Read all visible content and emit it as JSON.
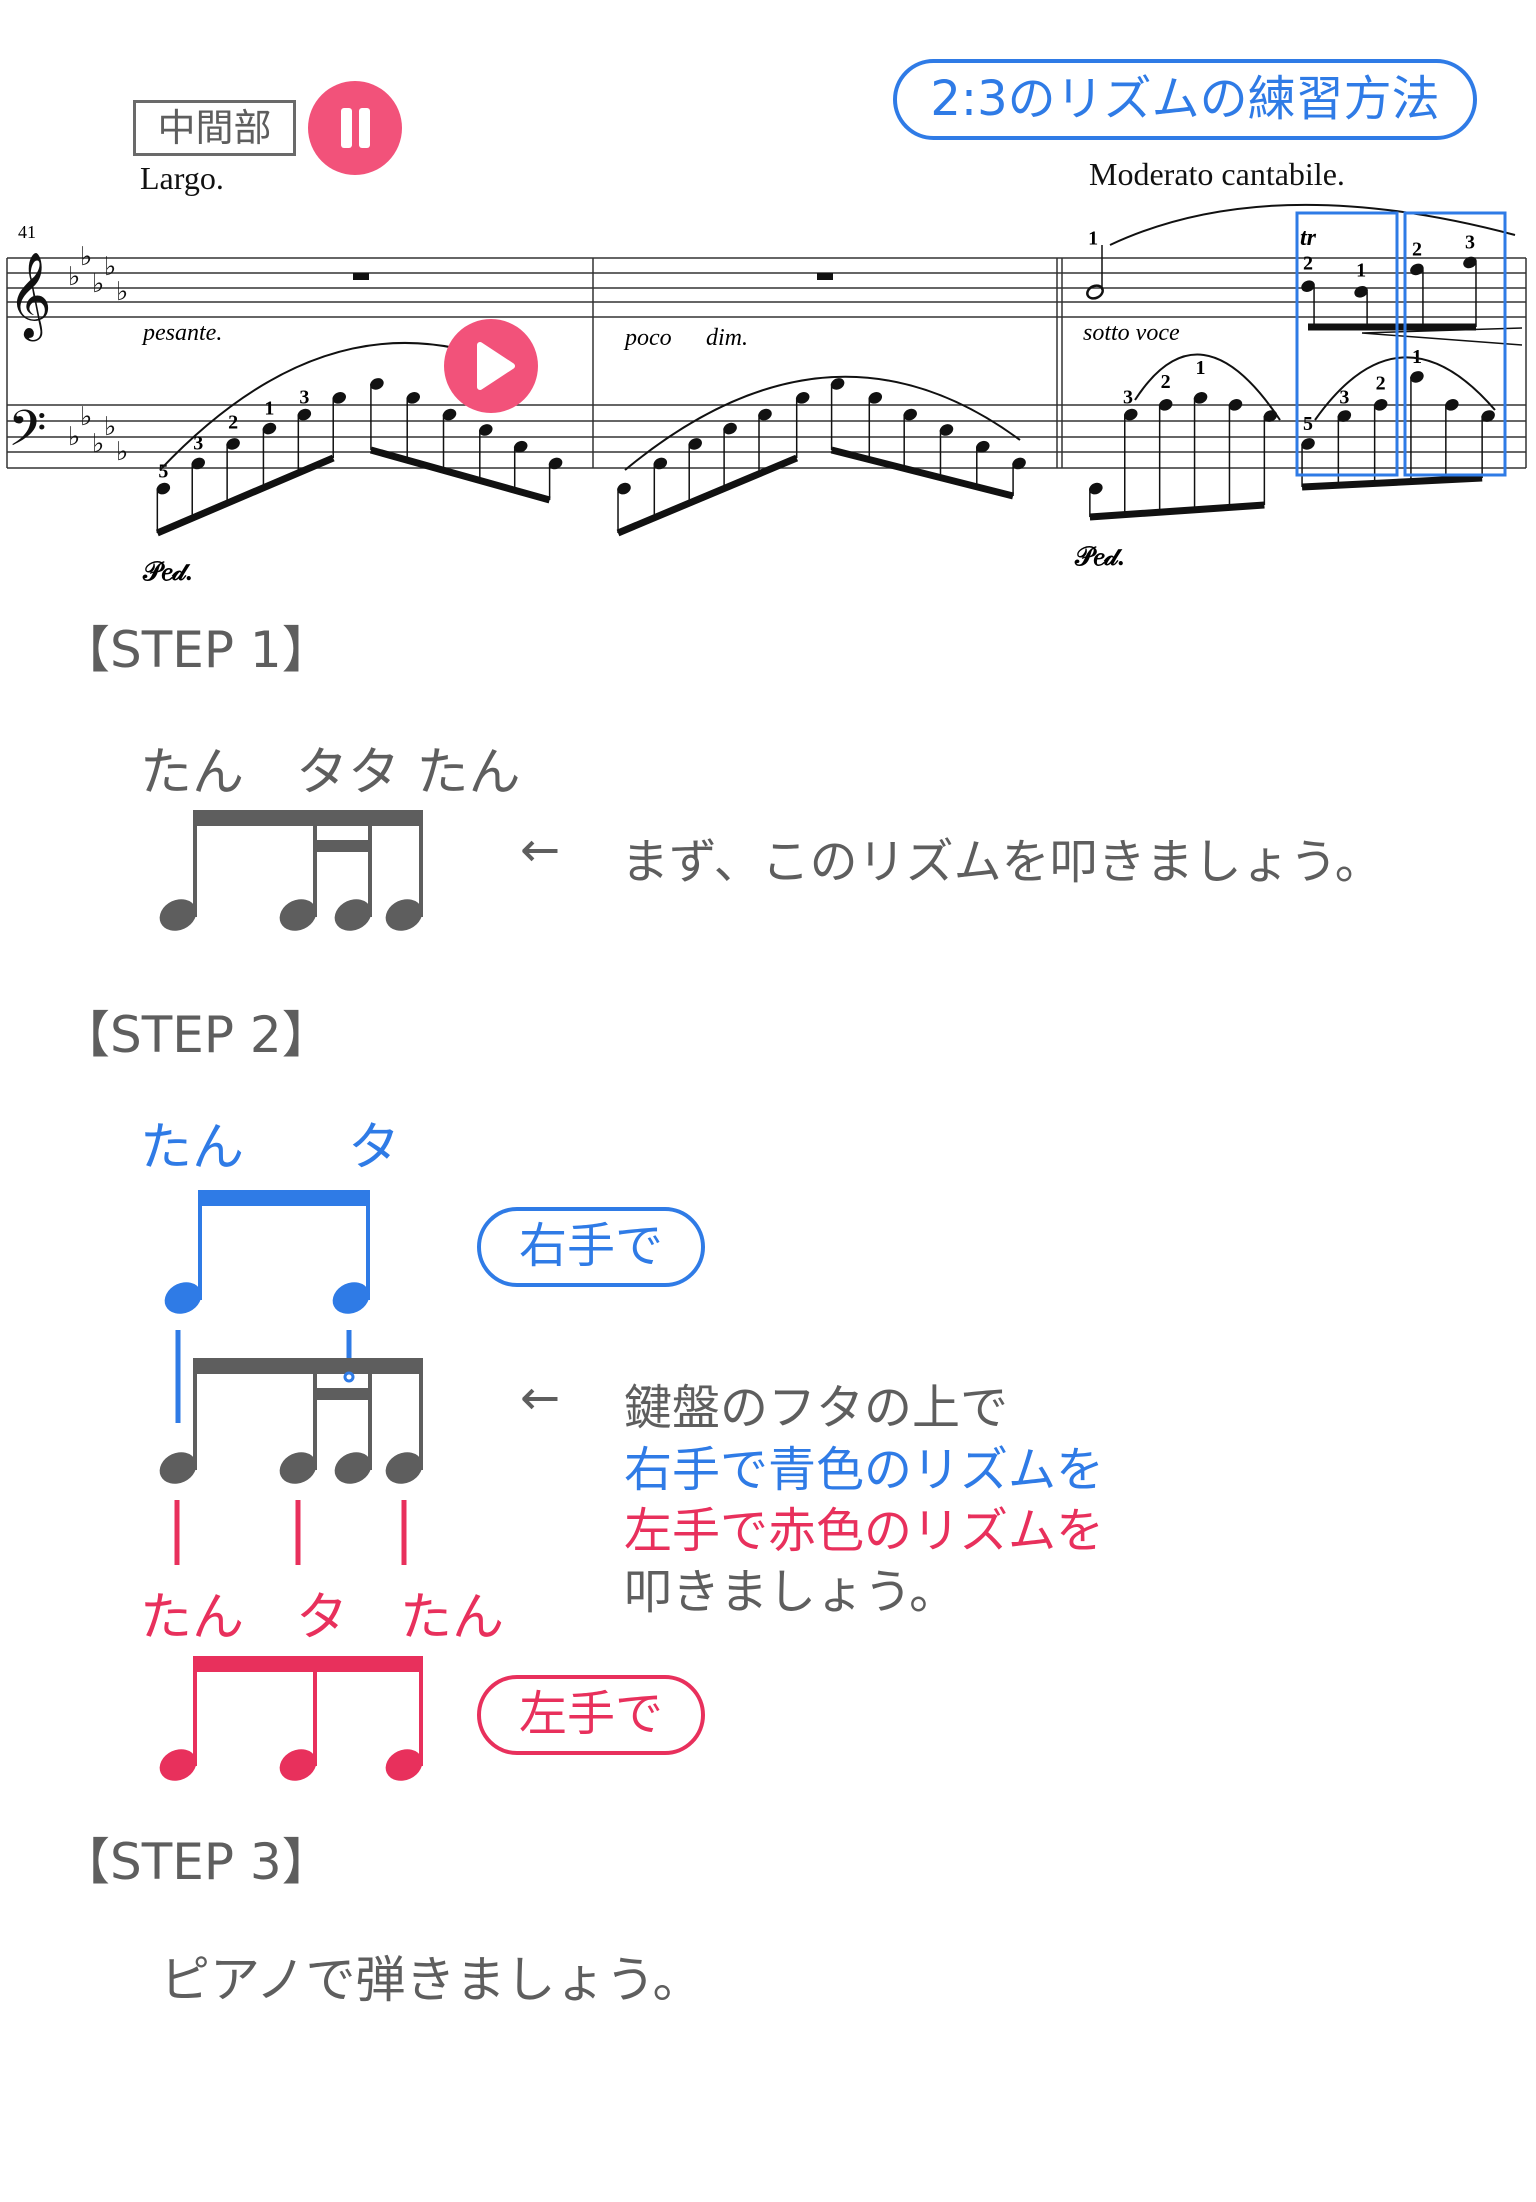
{
  "header": {
    "section_label": "中間部",
    "title": "2:3のリズムの練習方法",
    "pause_icon": "pause-icon",
    "play_icon": "play-icon"
  },
  "score": {
    "measure_number": "41",
    "tempo_1": "Largo.",
    "tempo_2": "Moderato cantabile.",
    "expr_pesante": "pesante.",
    "expr_poco": "poco",
    "expr_dim": "dim.",
    "expr_sotto": "sotto voce",
    "pedal_1": "𝒫𝑒𝒹.",
    "pedal_2": "𝒫𝑒𝒹.",
    "trill": "tr",
    "fingering": {
      "m1": [
        "5",
        "3",
        "2",
        "1",
        "3"
      ],
      "m3_treble": [
        "1",
        "2",
        "1",
        "2",
        "3"
      ],
      "m3_bass": [
        "3",
        "2",
        "1",
        "5",
        "3",
        "2",
        "1"
      ]
    }
  },
  "step1": {
    "heading": "【STEP 1】",
    "syllables": "たん　タタ たん",
    "instruction": "まず、このリズムを叩きましょう。"
  },
  "step2": {
    "heading": "【STEP 2】",
    "right_syllables": "たん　　タ",
    "right_label": "右手で",
    "left_syllables": "たん　タ　たん",
    "left_label": "左手で",
    "instruction_lines": [
      "鍵盤のフタの上で",
      "右手で青色のリズムを",
      "左手で赤色のリズムを",
      "叩きましょう。"
    ]
  },
  "step3": {
    "heading": "【STEP 3】",
    "instruction": "ピアノで弾きましょう。"
  },
  "colors": {
    "blue": "#2f7be6",
    "red": "#e8305c",
    "grey": "#5e5e5e",
    "button": "#f2527a"
  }
}
